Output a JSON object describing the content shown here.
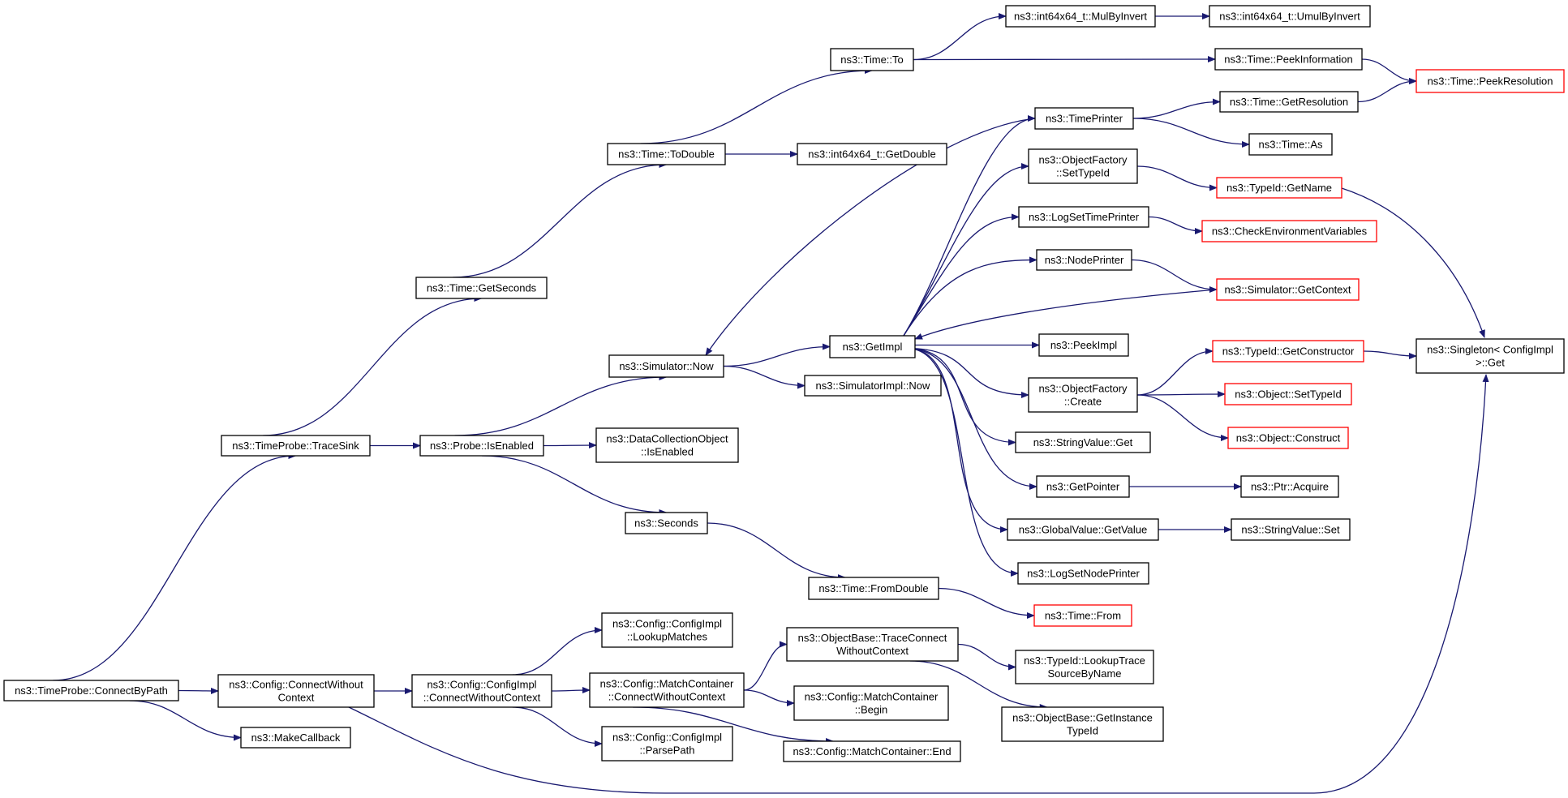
{
  "colors": {
    "edge": "#191970",
    "node_border": "#000000",
    "truncated_border": "#ff0000",
    "root_fill": "#bfbfbf",
    "node_fill": "#ffffff"
  },
  "nodes": [
    {
      "id": "connect_by_path",
      "lines": [
        "ns3::TimeProbe::ConnectByPath"
      ],
      "style": "root"
    },
    {
      "id": "trace_sink",
      "lines": [
        "ns3::TimeProbe::TraceSink"
      ]
    },
    {
      "id": "config_connect_wo",
      "lines": [
        "ns3::Config::ConnectWithout",
        "Context"
      ]
    },
    {
      "id": "make_callback",
      "lines": [
        "ns3::MakeCallback"
      ]
    },
    {
      "id": "time_get_seconds",
      "lines": [
        "ns3::Time::GetSeconds"
      ]
    },
    {
      "id": "probe_is_enabled",
      "lines": [
        "ns3::Probe::IsEnabled"
      ]
    },
    {
      "id": "configimpl_connect_wo",
      "lines": [
        "ns3::Config::ConfigImpl",
        "::ConnectWithoutContext"
      ]
    },
    {
      "id": "time_todouble",
      "lines": [
        "ns3::Time::ToDouble"
      ]
    },
    {
      "id": "simulator_now",
      "lines": [
        "ns3::Simulator::Now"
      ]
    },
    {
      "id": "datacollection_is_enabled",
      "lines": [
        "ns3::DataCollectionObject",
        "::IsEnabled"
      ]
    },
    {
      "id": "seconds",
      "lines": [
        "ns3::Seconds"
      ]
    },
    {
      "id": "configimpl_lookup",
      "lines": [
        "ns3::Config::ConfigImpl",
        "::LookupMatches"
      ]
    },
    {
      "id": "matchcontainer_connect_wo",
      "lines": [
        "ns3::Config::MatchContainer",
        "::ConnectWithoutContext"
      ]
    },
    {
      "id": "configimpl_parsepath",
      "lines": [
        "ns3::Config::ConfigImpl",
        "::ParsePath"
      ]
    },
    {
      "id": "time_to",
      "lines": [
        "ns3::Time::To"
      ]
    },
    {
      "id": "int64_getdouble",
      "lines": [
        "ns3::int64x64_t::GetDouble"
      ]
    },
    {
      "id": "getimpl",
      "lines": [
        "ns3::GetImpl"
      ]
    },
    {
      "id": "simulatorimpl_now",
      "lines": [
        "ns3::SimulatorImpl::Now"
      ]
    },
    {
      "id": "time_fromdouble",
      "lines": [
        "ns3::Time::FromDouble"
      ]
    },
    {
      "id": "objectbase_traceconnect",
      "lines": [
        "ns3::ObjectBase::TraceConnect",
        "WithoutContext"
      ]
    },
    {
      "id": "matchcontainer_begin",
      "lines": [
        "ns3::Config::MatchContainer",
        "::Begin"
      ]
    },
    {
      "id": "matchcontainer_end",
      "lines": [
        "ns3::Config::MatchContainer::End"
      ]
    },
    {
      "id": "int64_mulbyinvert",
      "lines": [
        "ns3::int64x64_t::MulByInvert"
      ]
    },
    {
      "id": "timeprinter",
      "lines": [
        "ns3::TimePrinter"
      ]
    },
    {
      "id": "objectfactory_settypeid",
      "lines": [
        "ns3::ObjectFactory",
        "::SetTypeId"
      ]
    },
    {
      "id": "logsettimeprinter",
      "lines": [
        "ns3::LogSetTimePrinter"
      ]
    },
    {
      "id": "nodeprinter",
      "lines": [
        "ns3::NodePrinter"
      ]
    },
    {
      "id": "peekimpl",
      "lines": [
        "ns3::PeekImpl"
      ]
    },
    {
      "id": "objectfactory_create",
      "lines": [
        "ns3::ObjectFactory",
        "::Create"
      ]
    },
    {
      "id": "stringvalue_get",
      "lines": [
        "ns3::StringValue::Get"
      ]
    },
    {
      "id": "getpointer",
      "lines": [
        "ns3::GetPointer"
      ]
    },
    {
      "id": "globalvalue_getvalue",
      "lines": [
        "ns3::GlobalValue::GetValue"
      ]
    },
    {
      "id": "logsetnodeprinter",
      "lines": [
        "ns3::LogSetNodePrinter"
      ]
    },
    {
      "id": "time_from",
      "lines": [
        "ns3::Time::From"
      ],
      "style": "truncated"
    },
    {
      "id": "typeid_lookuptrace",
      "lines": [
        "ns3::TypeId::LookupTrace",
        "SourceByName"
      ]
    },
    {
      "id": "objectbase_getinstancetypeid",
      "lines": [
        "ns3::ObjectBase::GetInstance",
        "TypeId"
      ]
    },
    {
      "id": "int64_umulbyinvert",
      "lines": [
        "ns3::int64x64_t::UmulByInvert"
      ]
    },
    {
      "id": "time_peekinformation",
      "lines": [
        "ns3::Time::PeekInformation"
      ]
    },
    {
      "id": "time_getresolution",
      "lines": [
        "ns3::Time::GetResolution"
      ]
    },
    {
      "id": "time_as",
      "lines": [
        "ns3::Time::As"
      ]
    },
    {
      "id": "typeid_getname",
      "lines": [
        "ns3::TypeId::GetName"
      ],
      "style": "truncated"
    },
    {
      "id": "check_env_vars",
      "lines": [
        "ns3::CheckEnvironmentVariables"
      ],
      "style": "truncated"
    },
    {
      "id": "simulator_getcontext",
      "lines": [
        "ns3::Simulator::GetContext"
      ],
      "style": "truncated"
    },
    {
      "id": "typeid_getconstructor",
      "lines": [
        "ns3::TypeId::GetConstructor"
      ],
      "style": "truncated"
    },
    {
      "id": "object_settypeid",
      "lines": [
        "ns3::Object::SetTypeId"
      ],
      "style": "truncated"
    },
    {
      "id": "object_construct",
      "lines": [
        "ns3::Object::Construct"
      ],
      "style": "truncated"
    },
    {
      "id": "ptr_acquire",
      "lines": [
        "ns3::Ptr::Acquire"
      ]
    },
    {
      "id": "stringvalue_set",
      "lines": [
        "ns3::StringValue::Set"
      ]
    },
    {
      "id": "time_peekresolution",
      "lines": [
        "ns3::Time::PeekResolution"
      ],
      "style": "truncated"
    },
    {
      "id": "singleton_get",
      "lines": [
        "ns3::Singleton< ConfigImpl",
        " >::Get"
      ]
    }
  ],
  "edges": [
    [
      "connect_by_path",
      "trace_sink"
    ],
    [
      "connect_by_path",
      "config_connect_wo"
    ],
    [
      "connect_by_path",
      "make_callback"
    ],
    [
      "trace_sink",
      "time_get_seconds"
    ],
    [
      "trace_sink",
      "probe_is_enabled"
    ],
    [
      "time_get_seconds",
      "time_todouble"
    ],
    [
      "time_todouble",
      "time_to"
    ],
    [
      "time_todouble",
      "int64_getdouble"
    ],
    [
      "time_to",
      "int64_mulbyinvert"
    ],
    [
      "time_to",
      "time_peekinformation"
    ],
    [
      "int64_mulbyinvert",
      "int64_umulbyinvert"
    ],
    [
      "time_peekinformation",
      "time_peekresolution"
    ],
    [
      "probe_is_enabled",
      "simulator_now"
    ],
    [
      "probe_is_enabled",
      "datacollection_is_enabled"
    ],
    [
      "probe_is_enabled",
      "seconds"
    ],
    [
      "simulator_now",
      "getimpl"
    ],
    [
      "simulator_now",
      "simulatorimpl_now"
    ],
    [
      "seconds",
      "time_fromdouble"
    ],
    [
      "time_fromdouble",
      "time_from"
    ],
    [
      "timeprinter",
      "simulator_now"
    ],
    [
      "timeprinter",
      "time_getresolution"
    ],
    [
      "timeprinter",
      "time_as"
    ],
    [
      "time_getresolution",
      "time_peekresolution"
    ],
    [
      "getimpl",
      "timeprinter"
    ],
    [
      "getimpl",
      "objectfactory_settypeid"
    ],
    [
      "getimpl",
      "logsettimeprinter"
    ],
    [
      "getimpl",
      "nodeprinter"
    ],
    [
      "getimpl",
      "peekimpl"
    ],
    [
      "getimpl",
      "objectfactory_create"
    ],
    [
      "getimpl",
      "stringvalue_get"
    ],
    [
      "getimpl",
      "getpointer"
    ],
    [
      "getimpl",
      "globalvalue_getvalue"
    ],
    [
      "getimpl",
      "logsetnodeprinter"
    ],
    [
      "objectfactory_settypeid",
      "typeid_getname"
    ],
    [
      "typeid_getname",
      "singleton_get"
    ],
    [
      "logsettimeprinter",
      "check_env_vars"
    ],
    [
      "nodeprinter",
      "simulator_getcontext"
    ],
    [
      "simulator_getcontext",
      "getimpl"
    ],
    [
      "objectfactory_create",
      "typeid_getconstructor"
    ],
    [
      "objectfactory_create",
      "object_settypeid"
    ],
    [
      "objectfactory_create",
      "object_construct"
    ],
    [
      "typeid_getconstructor",
      "singleton_get"
    ],
    [
      "getpointer",
      "ptr_acquire"
    ],
    [
      "globalvalue_getvalue",
      "stringvalue_set"
    ],
    [
      "config_connect_wo",
      "configimpl_connect_wo"
    ],
    [
      "config_connect_wo",
      "singleton_get"
    ],
    [
      "configimpl_connect_wo",
      "configimpl_lookup"
    ],
    [
      "configimpl_connect_wo",
      "matchcontainer_connect_wo"
    ],
    [
      "configimpl_connect_wo",
      "configimpl_parsepath"
    ],
    [
      "matchcontainer_connect_wo",
      "objectbase_traceconnect"
    ],
    [
      "matchcontainer_connect_wo",
      "matchcontainer_begin"
    ],
    [
      "matchcontainer_connect_wo",
      "matchcontainer_end"
    ],
    [
      "objectbase_traceconnect",
      "typeid_lookuptrace"
    ],
    [
      "objectbase_traceconnect",
      "objectbase_getinstancetypeid"
    ]
  ]
}
